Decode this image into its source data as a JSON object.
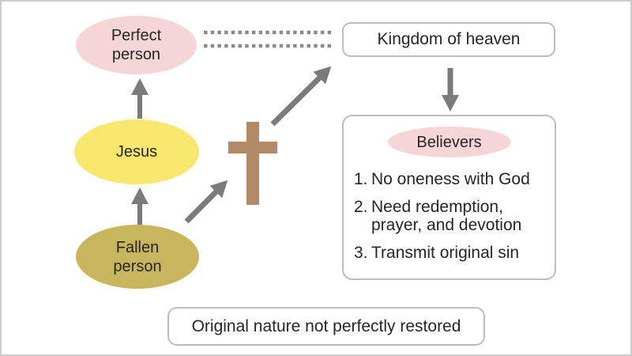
{
  "colors": {
    "arrow": "#7b7b7b",
    "dotted_line": "#8a8a8a",
    "cross": "#b28a68",
    "box_border": "#bdbdbd",
    "pink": "#f6d5d6",
    "yellow": "#f8e76e",
    "olive": "#c9b55e",
    "text": "#262626",
    "outer_border": "#cdcdcd",
    "background": "#ffffff"
  },
  "icons": {
    "cross": "christian-cross"
  },
  "nodes": {
    "perfect_person": {
      "label": "Perfect\nperson"
    },
    "jesus": {
      "label": "Jesus"
    },
    "fallen_person": {
      "label": "Fallen\nperson"
    },
    "kingdom_of_heaven": {
      "label": "Kingdom of heaven"
    },
    "believers": {
      "title": "Believers",
      "items": [
        {
          "num": "1.",
          "text": "No oneness with God"
        },
        {
          "num": "2.",
          "text": "Need redemption,\nprayer, and devotion"
        },
        {
          "num": "3.",
          "text": "Transmit original sin"
        }
      ]
    },
    "bottom_note": {
      "label": "Original nature not perfectly restored"
    }
  }
}
